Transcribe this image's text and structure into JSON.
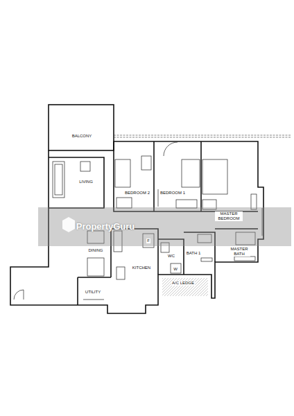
{
  "diagram": {
    "labels": [
      "BALCONY",
      "LIVING",
      "BEDROOM 2",
      "BEDROOM 1",
      "MASTER BEDROOM",
      "PropertyGuru",
      "DINING",
      "KITCHEN",
      "F",
      "WC",
      "W",
      "BATH 1",
      "MASTER BATH",
      "UTILITY",
      "A/C LEDGE"
    ]
  }
}
